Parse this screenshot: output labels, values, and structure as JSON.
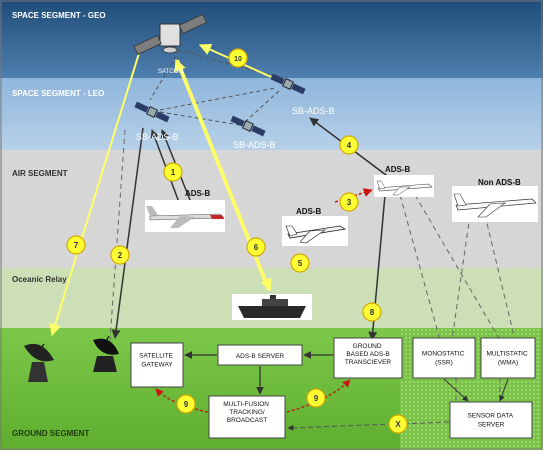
{
  "segments": {
    "geo": "SPACE SEGMENT - GEO",
    "leo": "SPACE SEGMENT - LEO",
    "air": "AIR SEGMENT",
    "oceanic": "Oceanic Relay",
    "ground": "GROUND SEGMENT"
  },
  "satellites": {
    "satcom": "SATCOM",
    "sb_adsb_left": "SB-ADS-B",
    "sb_adsb_right": "SB-ADS-B",
    "sb_adsb_lower": "SB-ADS-B"
  },
  "aircraft_labels": {
    "left": "ADS-B",
    "center": "ADS-B",
    "upper": "ADS-B",
    "non_adsb": "Non ADS-B"
  },
  "ground_boxes": {
    "satellite_gateway": "SATELLITE GATEWAY",
    "adsb_server": "ADS-B SERVER",
    "ground_transceiver": "GROUND BASED ADS-B TRANSCIEVER",
    "multi_fusion": "MULTI-FUSION TRACKING/ BROADCAST",
    "monostatic": "MONOSTATIC (SSR)",
    "multistatic": "MULTISTATIC (WMA)",
    "sensor_data_server": "SENSOR DATA SERVER"
  },
  "markers": [
    "1",
    "2",
    "3",
    "4",
    "5",
    "6",
    "7",
    "8",
    "9",
    "9",
    "10",
    "X"
  ],
  "colors": {
    "geo_band": "#2f5f8f",
    "leo_band": "#9dbfdf",
    "air_band": "#d4d4d4",
    "oceanic_band": "#c9dcb3",
    "ground_band": "#6fbf3c",
    "marker_fill": "#ffff33",
    "marker_stroke": "#d4a800",
    "arrow_yellow": "#ffff66",
    "arrow_red": "#cc1111"
  }
}
